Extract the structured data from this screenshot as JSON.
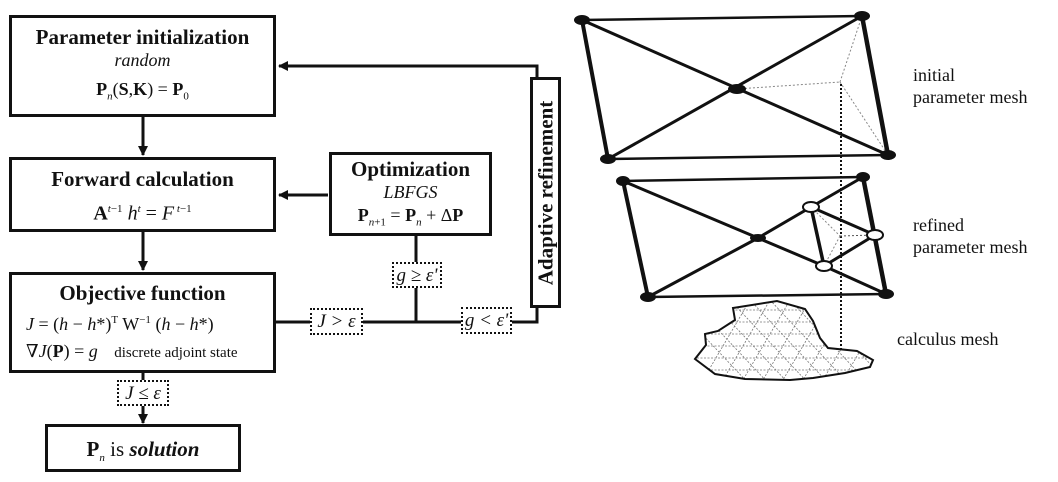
{
  "flowchart": {
    "init": {
      "title": "Parameter initialization",
      "subtitle": "random",
      "equation": "Pn(S,K) = P0"
    },
    "forward": {
      "title": "Forward calculation",
      "equation": "A^(t-1) h^t = F^(t-1)"
    },
    "objective": {
      "title": "Objective function",
      "equation1": "J = (h − h*)^T W^−1 (h − h*)",
      "equation2": "∇J(P) = g",
      "note": "discrete adjoint state"
    },
    "optimization": {
      "title": "Optimization",
      "subtitle": "LBFGS",
      "equation": "Pn+1 = Pn + ΔP"
    },
    "solution": {
      "prefix": "P",
      "prefix_sub": "n",
      "middle": " is ",
      "emphasis": "solution"
    },
    "adaptive": {
      "label": "Adaptive refinement"
    },
    "conditions": {
      "j_le_eps": "J ≤ ε",
      "j_gt_eps": "J > ε",
      "g_ge_eps": "g ≥ ε'",
      "g_lt_eps": "g < ε'"
    }
  },
  "meshes": {
    "initial": {
      "line1": "initial",
      "line2": "parameter mesh"
    },
    "refined": {
      "line1": "refined",
      "line2": "parameter mesh"
    },
    "calculus": {
      "line1": "calculus mesh"
    }
  }
}
